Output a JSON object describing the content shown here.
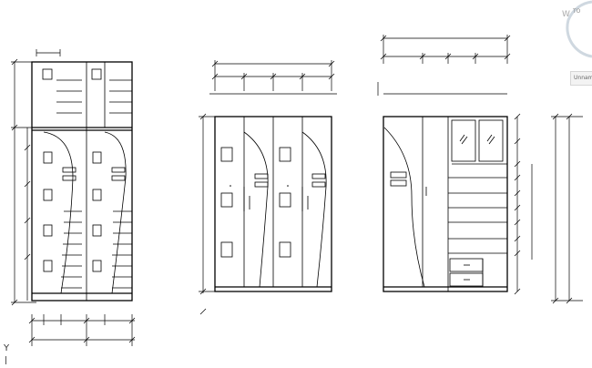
{
  "viewcube": {
    "top_label": "TO",
    "west_label": "W"
  },
  "wcs_menu": {
    "label": "Unnamed"
  },
  "ucs": {
    "y_label": "Y"
  },
  "colors": {
    "background": "#ffffff",
    "lines": "#000000",
    "viewcube": "#cfd8e0"
  }
}
